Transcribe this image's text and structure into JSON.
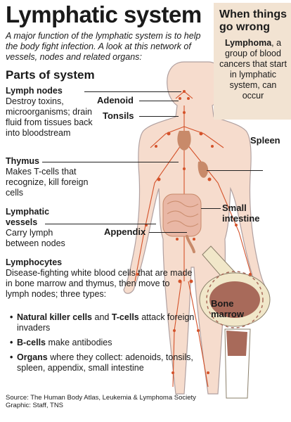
{
  "title": "Lymphatic system",
  "intro": "A major function of the lymphatic system is to help the body fight infection. A look at this network of vessels, nodes and related organs:",
  "sidebar": {
    "heading": "When things go wrong",
    "term": "Lymphoma",
    "text": ", a group of blood cancers that start in lymphatic system, can occur"
  },
  "parts_heading": "Parts of system",
  "parts": {
    "lymph_nodes": {
      "heading": "Lymph nodes",
      "body": "Destroy toxins, microorganisms; drain fluid from tissues back into bloodstream"
    },
    "thymus": {
      "heading": "Thymus",
      "body": "Makes T-cells that recognize, kill foreign cells"
    },
    "lymphatic_vessels": {
      "heading": "Lymphatic vessels",
      "body": "Carry lymph between nodes"
    },
    "lymphocytes": {
      "heading": "Lymphocytes",
      "body": "Disease-fighting white blood cells that are made in bone marrow and thymus, then move to lymph nodes; three types:"
    }
  },
  "bullets": [
    {
      "bold": "Natural killer cells",
      "mid": " and ",
      "bold2": "T-cells",
      "rest": " attack foreign invaders"
    },
    {
      "bold": "B-cells",
      "mid": "",
      "bold2": "",
      "rest": " make antibodies"
    },
    {
      "bold": "Organs",
      "mid": "",
      "bold2": "",
      "rest": " where they collect: adenoids, tonsils, spleen, appendix, small intestine"
    }
  ],
  "labels": {
    "adenoid": "Adenoid",
    "tonsils": "Tonsils",
    "spleen": "Spleen",
    "small_intestine": "Small intestine",
    "appendix": "Appendix",
    "bone_marrow": "Bone marrow"
  },
  "source": "Source: The Human Body Atlas, Leukemia & Lymphoma Society\nGraphic: Staff, TNS",
  "colors": {
    "sidebar_bg": "#f2e3d2",
    "body_fill": "#f6dccd",
    "vessel": "#d4522a",
    "organ": "#c88a6a",
    "bone": "#f1e7c9",
    "marrow": "#a86a5a"
  }
}
